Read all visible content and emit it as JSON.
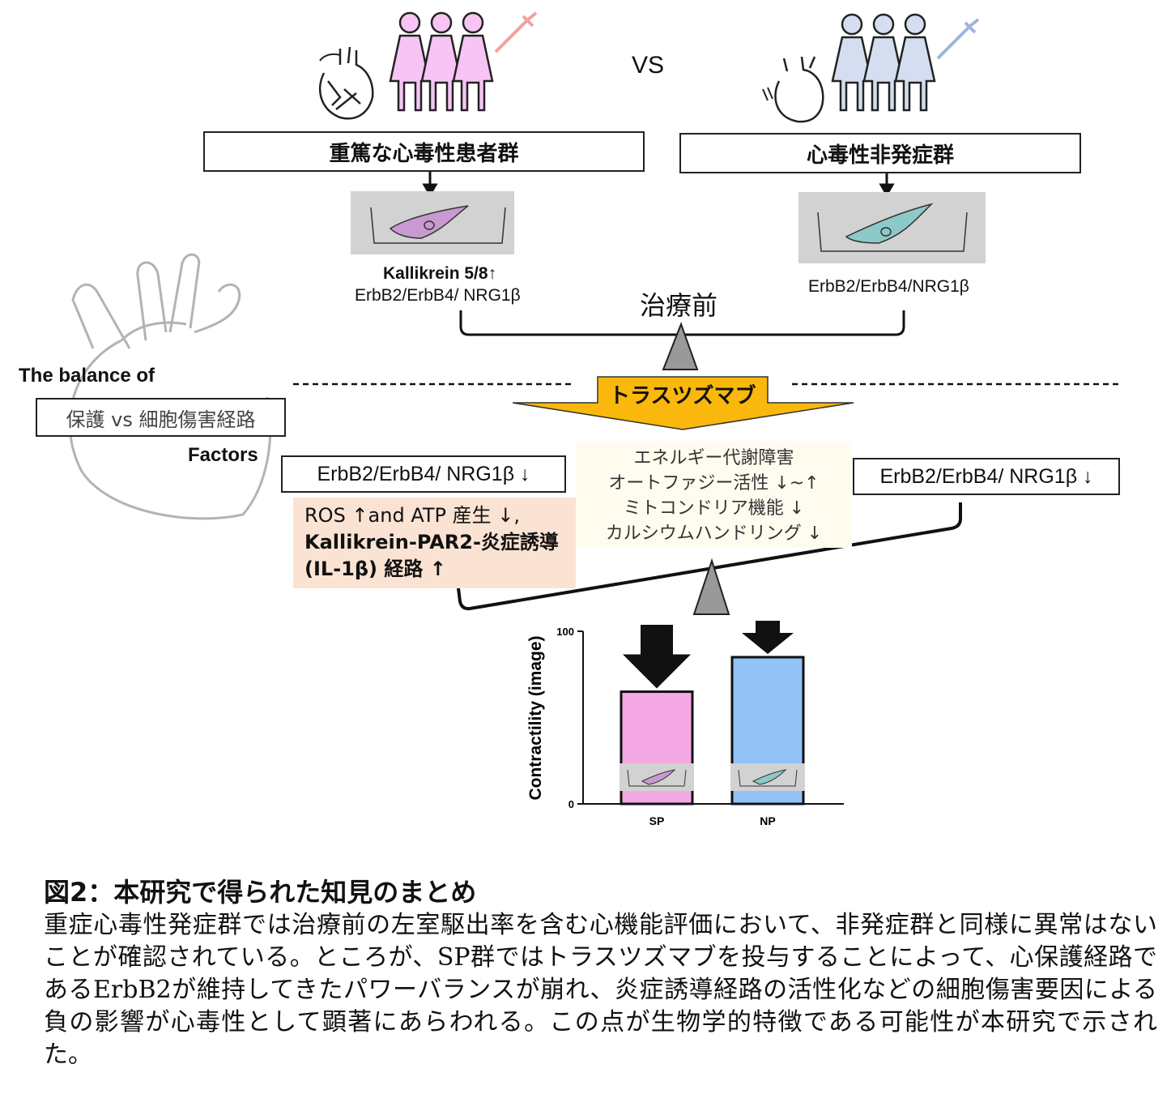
{
  "vs_label": "VS",
  "groups": {
    "left": {
      "label": "重篤な心毒性患者群",
      "line1": "Kallikrein 5/8↑",
      "line2": "ErbB2/ErbB4/ NRG1β"
    },
    "right": {
      "label": "心毒性非発症群",
      "line1": "ErbB2/ErbB4/NRG1β"
    }
  },
  "before_treatment": "治療前",
  "drug": "トラスツズマブ",
  "balance": {
    "line1": "The balance of",
    "box": "保護 vs 細胞傷害経路",
    "line3": "Factors"
  },
  "after": {
    "left_box": "ErbB2/ErbB4/ NRG1β ↓",
    "right_box": "ErbB2/ErbB4/ NRG1β ↓",
    "left_panel": [
      "ROS ↑and ATP 産生 ↓,",
      "Kallikrein-PAR2-炎症誘導",
      "(IL-1β) 経路 ↑"
    ],
    "center_panel": [
      "エネルギー代謝障害",
      "オートファジー活性 ↓~↑",
      "ミトコンドリア機能 ↓",
      "カルシウムハンドリング ↓"
    ]
  },
  "colors": {
    "sp": "#f4a8e4",
    "np": "#93c2f7",
    "arrow_yellow": "#f9b80b",
    "left_panel_bg": "#fbe3d3",
    "center_panel_bg": "#fffcef"
  },
  "chart_data": {
    "type": "bar",
    "categories": [
      "SP",
      "NP"
    ],
    "values": [
      65,
      85
    ],
    "ylabel": "Contractility  (image)",
    "yticks": [
      0,
      100
    ],
    "ylim": [
      0,
      100
    ],
    "grid": false
  },
  "caption": {
    "title": "図2：本研究で得られた知見のまとめ",
    "body": "重症心毒性発症群では治療前の左室駆出率を含む心機能評価において、非発症群と同様に異常はないことが確認されている。ところが、SP群ではトラスツズマブを投与することによって、心保護経路であるErbB2が維持してきたパワーバランスが崩れ、炎症誘導経路の活性化などの細胞傷害要因による負の影響が心毒性として顕著にあらわれる。この点が生物学的特徴である可能性が本研究で示された。"
  }
}
